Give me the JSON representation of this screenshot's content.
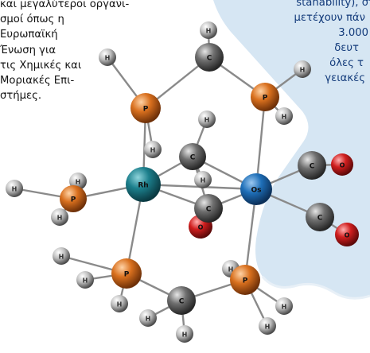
{
  "left_text": {
    "lines": [
      "και μεγαλύτεροι οργανι-",
      "σμοί όπως η",
      "Ευρωπαϊκή",
      "Ένωση για",
      "τις Χημικές και",
      "Μοριακές Επι-",
      "στήμες."
    ]
  },
  "right_text": {
    "lines": [
      "stanability), στ",
      "μετέχουν πάν",
      "3.000",
      "δευτ",
      "όλες τ",
      "γειακές"
    ]
  },
  "molecule": {
    "atoms": [
      {
        "label": "Rh",
        "element": "Rh"
      },
      {
        "label": "Os",
        "element": "Os"
      },
      {
        "label": "P",
        "element": "P"
      },
      {
        "label": "P",
        "element": "P"
      },
      {
        "label": "P",
        "element": "P"
      },
      {
        "label": "P",
        "element": "P"
      },
      {
        "label": "P",
        "element": "P"
      },
      {
        "label": "C",
        "element": "C"
      },
      {
        "label": "C",
        "element": "C"
      },
      {
        "label": "C",
        "element": "C"
      },
      {
        "label": "C",
        "element": "C"
      },
      {
        "label": "C",
        "element": "C"
      },
      {
        "label": "C",
        "element": "C"
      },
      {
        "label": "O",
        "element": "O"
      },
      {
        "label": "O",
        "element": "O"
      },
      {
        "label": "O",
        "element": "O"
      },
      {
        "label": "H",
        "element": "H"
      },
      {
        "label": "H",
        "element": "H"
      },
      {
        "label": "H",
        "element": "H"
      },
      {
        "label": "H",
        "element": "H"
      },
      {
        "label": "H",
        "element": "H"
      },
      {
        "label": "H",
        "element": "H"
      },
      {
        "label": "H",
        "element": "H"
      },
      {
        "label": "H",
        "element": "H"
      },
      {
        "label": "H",
        "element": "H"
      },
      {
        "label": "H",
        "element": "H"
      },
      {
        "label": "H",
        "element": "H"
      },
      {
        "label": "H",
        "element": "H"
      },
      {
        "label": "H",
        "element": "H"
      },
      {
        "label": "H",
        "element": "H"
      },
      {
        "label": "H",
        "element": "H"
      },
      {
        "label": "H",
        "element": "H"
      },
      {
        "label": "H",
        "element": "H"
      },
      {
        "label": "H",
        "element": "H"
      }
    ]
  },
  "colors": {
    "Rh": "#1c7f8c",
    "Os": "#1e6fb8",
    "P": "#d9701e",
    "C": "#6f6f6f",
    "O": "#d01e1e",
    "H": "#bcbcbc",
    "panel": "#cfe1f0",
    "bond": "#8a8a8a"
  }
}
